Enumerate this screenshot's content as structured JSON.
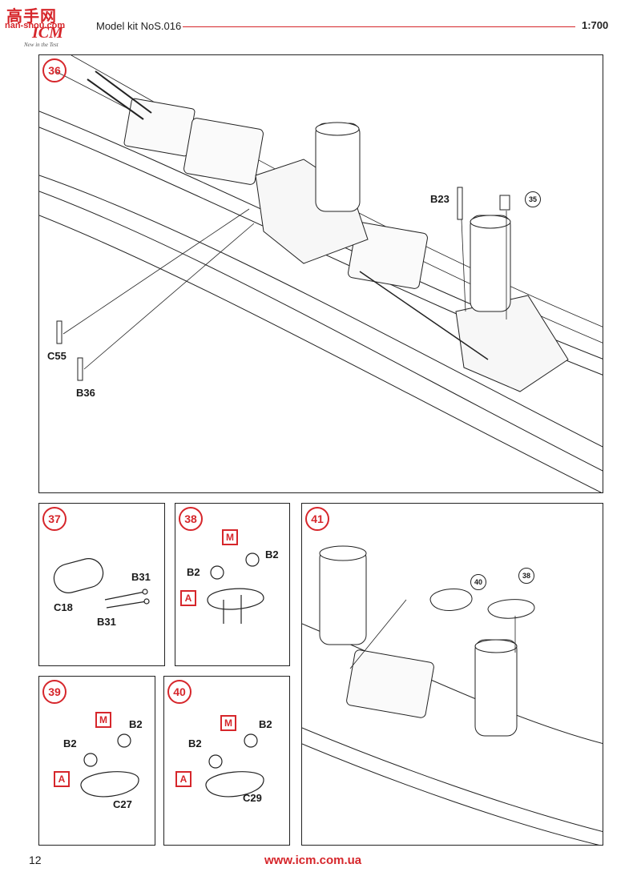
{
  "header": {
    "watermark_cn": "高手网",
    "watermark_url": "nan-shou.com",
    "brand": "ICM",
    "tagline": "New in the Test",
    "title": "Model kit NoS.016",
    "scale": "1:700"
  },
  "steps": {
    "s36": {
      "number": "36",
      "parts": [
        "B23",
        "C55",
        "B36"
      ],
      "ref": "35"
    },
    "s37": {
      "number": "37",
      "parts": [
        "B31",
        "C18",
        "B31"
      ]
    },
    "s38": {
      "number": "38",
      "parts": [
        "B2",
        "B2"
      ],
      "paint": [
        "M",
        "A"
      ]
    },
    "s39": {
      "number": "39",
      "parts": [
        "B2",
        "B2",
        "C27"
      ],
      "paint": [
        "M",
        "A"
      ]
    },
    "s40": {
      "number": "40",
      "parts": [
        "B2",
        "B2",
        "C29"
      ],
      "paint": [
        "M",
        "A"
      ]
    },
    "s41": {
      "number": "41",
      "refs": [
        "40",
        "38"
      ]
    }
  },
  "footer": {
    "page_number": "12",
    "url": "www.icm.com.ua"
  },
  "colors": {
    "accent": "#d6262b",
    "line": "#222222"
  }
}
